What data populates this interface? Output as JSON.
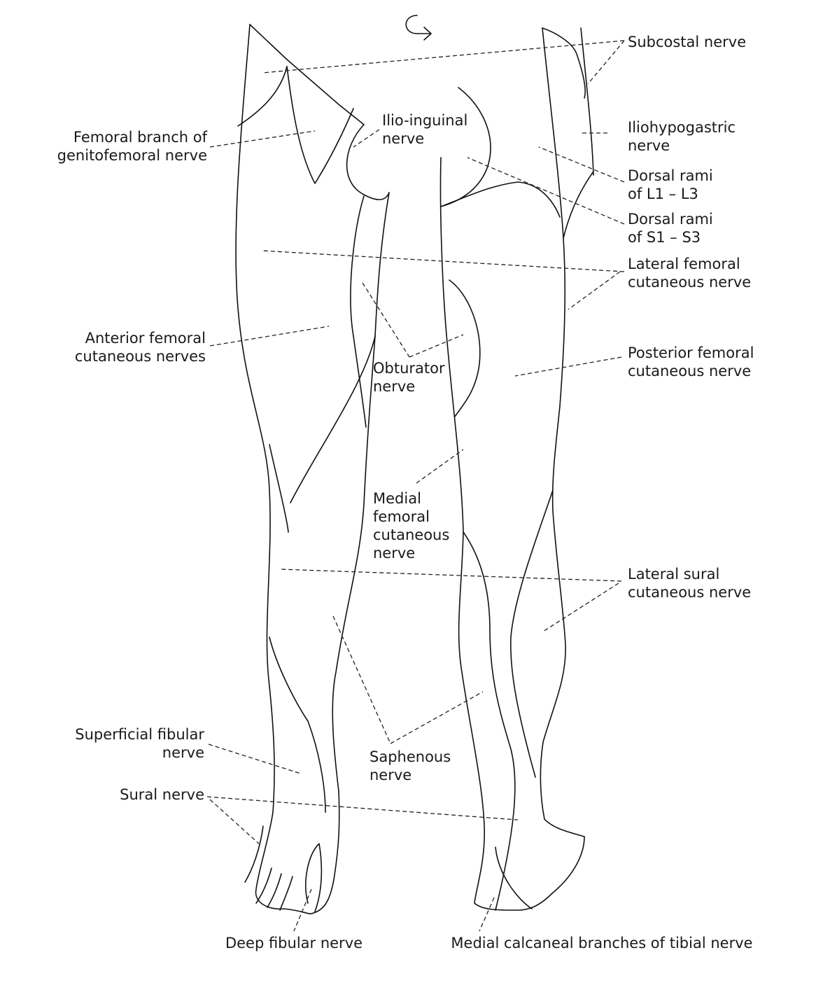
{
  "icons": {
    "rotate": "turn-arrow-icon"
  },
  "colors": {
    "line": "#111111",
    "text": "#1a1a1a",
    "background": "#ffffff"
  },
  "labels": {
    "subcostal": "Subcostal nerve",
    "femoral_branch_1": "Femoral branch of",
    "femoral_branch_2": "genitofemoral nerve",
    "ilio_inguinal_1": "Ilio-inguinal",
    "ilio_inguinal_2": "nerve",
    "iliohypogastric_1": "Iliohypogastric",
    "iliohypogastric_2": "nerve",
    "dorsal_l_1": "Dorsal rami",
    "dorsal_l_2": "of L1 – L3",
    "dorsal_s_1": "Dorsal rami",
    "dorsal_s_2": "of S1 – S3",
    "lat_fem_1": "Lateral femoral",
    "lat_fem_2": "cutaneous nerve",
    "ant_fem_1": "Anterior femoral",
    "ant_fem_2": "cutaneous nerves",
    "post_fem_1": "Posterior femoral",
    "post_fem_2": "cutaneous nerve",
    "obturator_1": "Obturator",
    "obturator_2": "nerve",
    "medial_fem_1": "Medial",
    "medial_fem_2": "femoral",
    "medial_fem_3": "cutaneous",
    "medial_fem_4": "nerve",
    "lat_sural_1": "Lateral sural",
    "lat_sural_2": "cutaneous nerve",
    "sup_fibular_1": "Superficial fibular",
    "sup_fibular_2": "nerve",
    "saphenous_1": "Saphenous",
    "saphenous_2": "nerve",
    "sural": "Sural nerve",
    "deep_fibular": "Deep fibular nerve",
    "medial_calcaneal": "Medial calcaneal branches of tibial nerve"
  }
}
